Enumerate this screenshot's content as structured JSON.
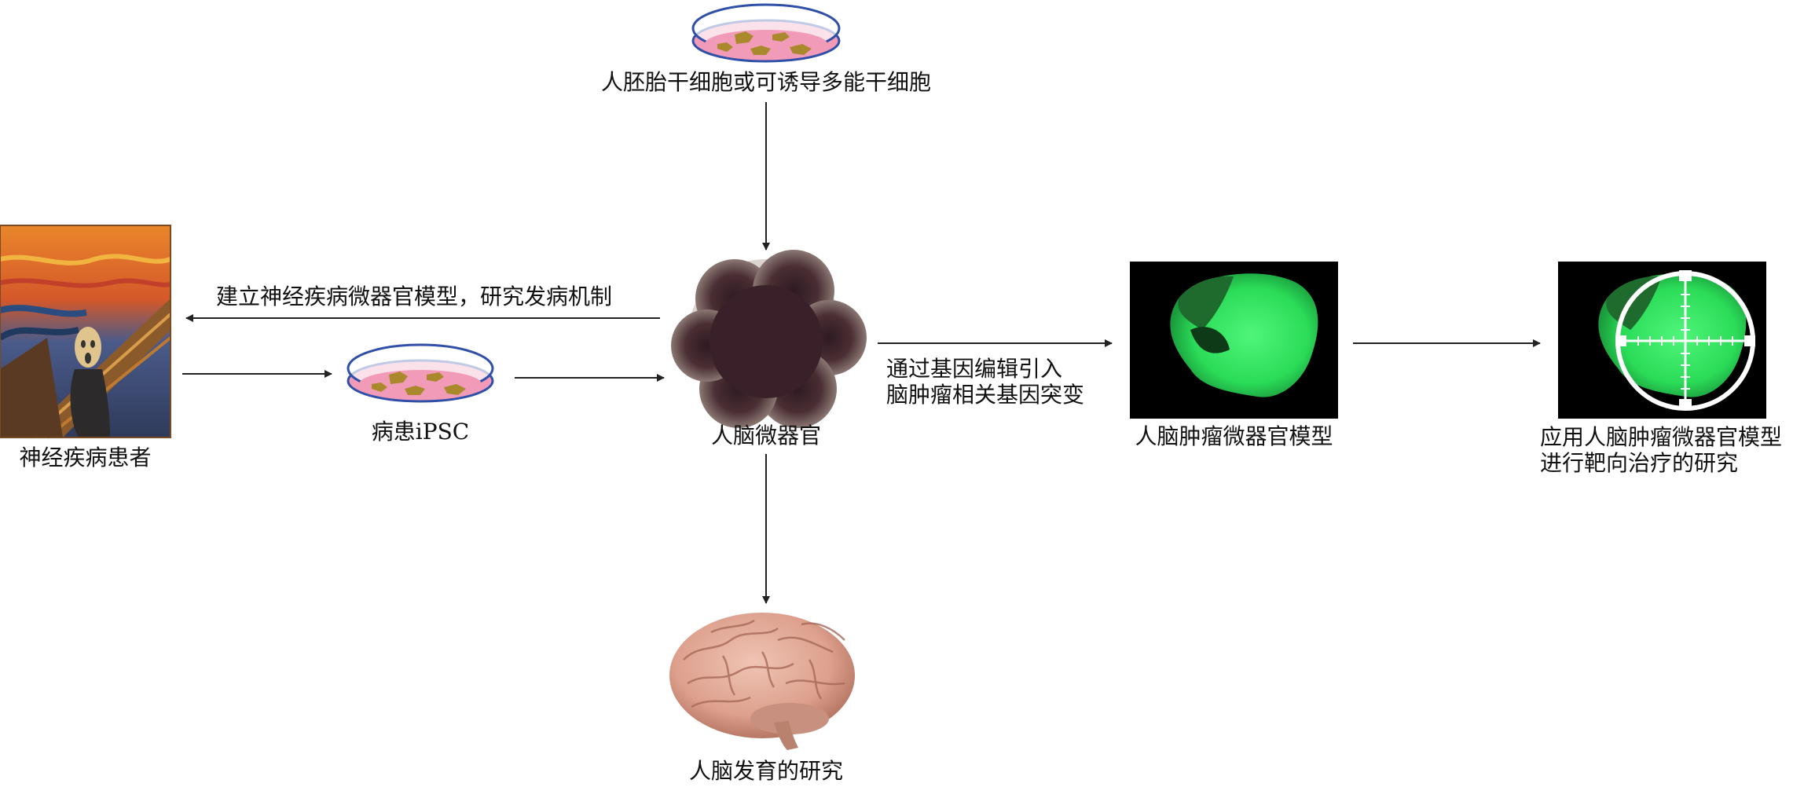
{
  "labels": {
    "stem_cells": "人胚胎干细胞或可诱导多能干细胞",
    "patient": "神经疾病患者",
    "patient_ipsc": "病患iPSC",
    "disease_model": "建立神经疾病微器官模型，研究发病机制",
    "brain_organoid": "人脑微器官",
    "gene_edit_line1": "通过基因编辑引入",
    "gene_edit_line2": "脑肿瘤相关基因突变",
    "tumor_organoid": "人脑肿瘤微器官模型",
    "targeted_therapy_line1": "应用人脑肿瘤微器官模型",
    "targeted_therapy_line2": "进行靶向治疗的研究",
    "brain_development": "人脑发育的研究"
  },
  "icons": {
    "dish": "petri-dish-icon",
    "painting": "scream-painting-image",
    "organoid": "brain-organoid-image",
    "tumor": "fluorescent-tumor-image",
    "crosshair": "crosshair-target-icon",
    "brain": "human-brain-image"
  },
  "colors": {
    "dish_rim": "#2f4fa8",
    "dish_fill": "#f29bb8",
    "cell_blob": "#a9892b",
    "organoid": "#4a2e33",
    "tumor_green": "#2bdc58",
    "brain_pink": "#e7b2a2",
    "arrow": "#222222"
  }
}
